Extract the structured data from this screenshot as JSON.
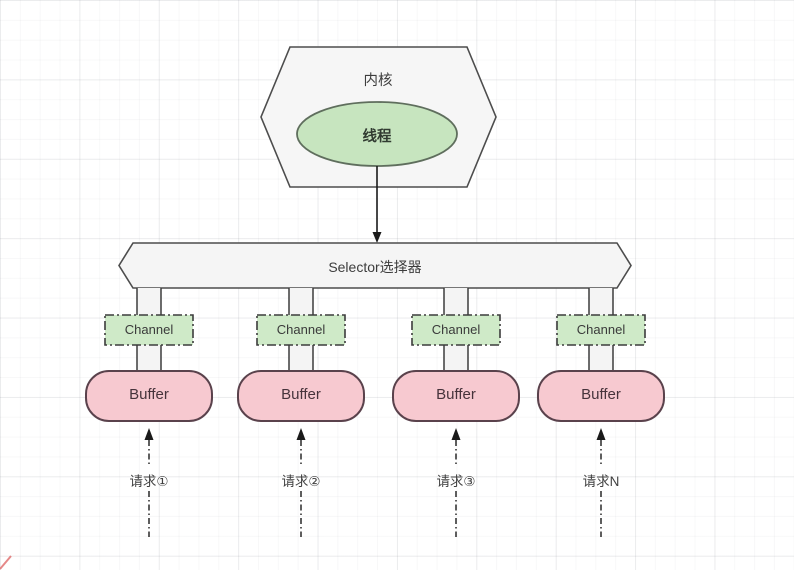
{
  "diagram": {
    "kernel": {
      "label": "内核"
    },
    "thread": {
      "label": "线程"
    },
    "selector": {
      "label": "Selector选择器"
    },
    "columns": [
      {
        "channel_label": "Channel",
        "buffer_label": "Buffer",
        "request_label": "请求①"
      },
      {
        "channel_label": "Channel",
        "buffer_label": "Buffer",
        "request_label": "请求②"
      },
      {
        "channel_label": "Channel",
        "buffer_label": "Buffer",
        "request_label": "请求③"
      },
      {
        "channel_label": "Channel",
        "buffer_label": "Buffer",
        "request_label": "请求N"
      }
    ]
  },
  "colors": {
    "kernel_fill": "#f6f6f6",
    "selector_fill": "#f5f5f5",
    "node_stroke": "#4d4d4d",
    "thread_fill": "#c7e5bf",
    "thread_stroke": "#5f6e5d",
    "channel_fill": "#cfeac8",
    "channel_stroke": "#3c3c3c",
    "buffer_fill": "#f7c9d0",
    "buffer_stroke": "#5a424c",
    "pipe_fill": "#f4f4f4",
    "arrow_color": "#1a1a1a",
    "corner_mark": "#d84a4a"
  }
}
